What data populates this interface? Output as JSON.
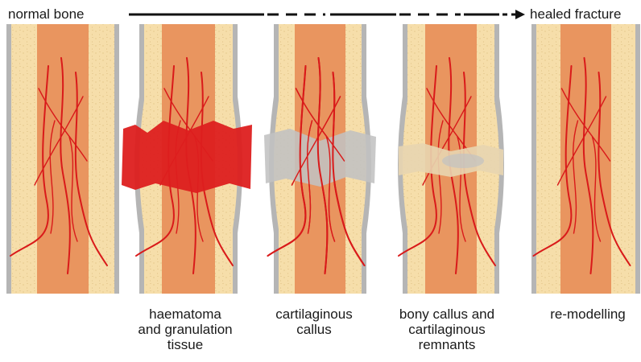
{
  "header": {
    "start_label": "normal bone",
    "end_label": "healed fracture"
  },
  "stages": [
    {
      "caption": ""
    },
    {
      "caption": "haematoma\nand granulation\ntissue"
    },
    {
      "caption": "cartilaginous\ncallus"
    },
    {
      "caption": "bony callus and\ncartilaginous\nremnants"
    },
    {
      "caption": "re-modelling"
    }
  ],
  "colors": {
    "periosteum": "#b5b5b5",
    "cortex": "#f6deaa",
    "marrow": "#e9955f",
    "vessels": "#d91a1a",
    "haematoma": "#dd1f1f",
    "cartilage": "#c2c2c2",
    "bony_callus": "#e8d5b0"
  }
}
